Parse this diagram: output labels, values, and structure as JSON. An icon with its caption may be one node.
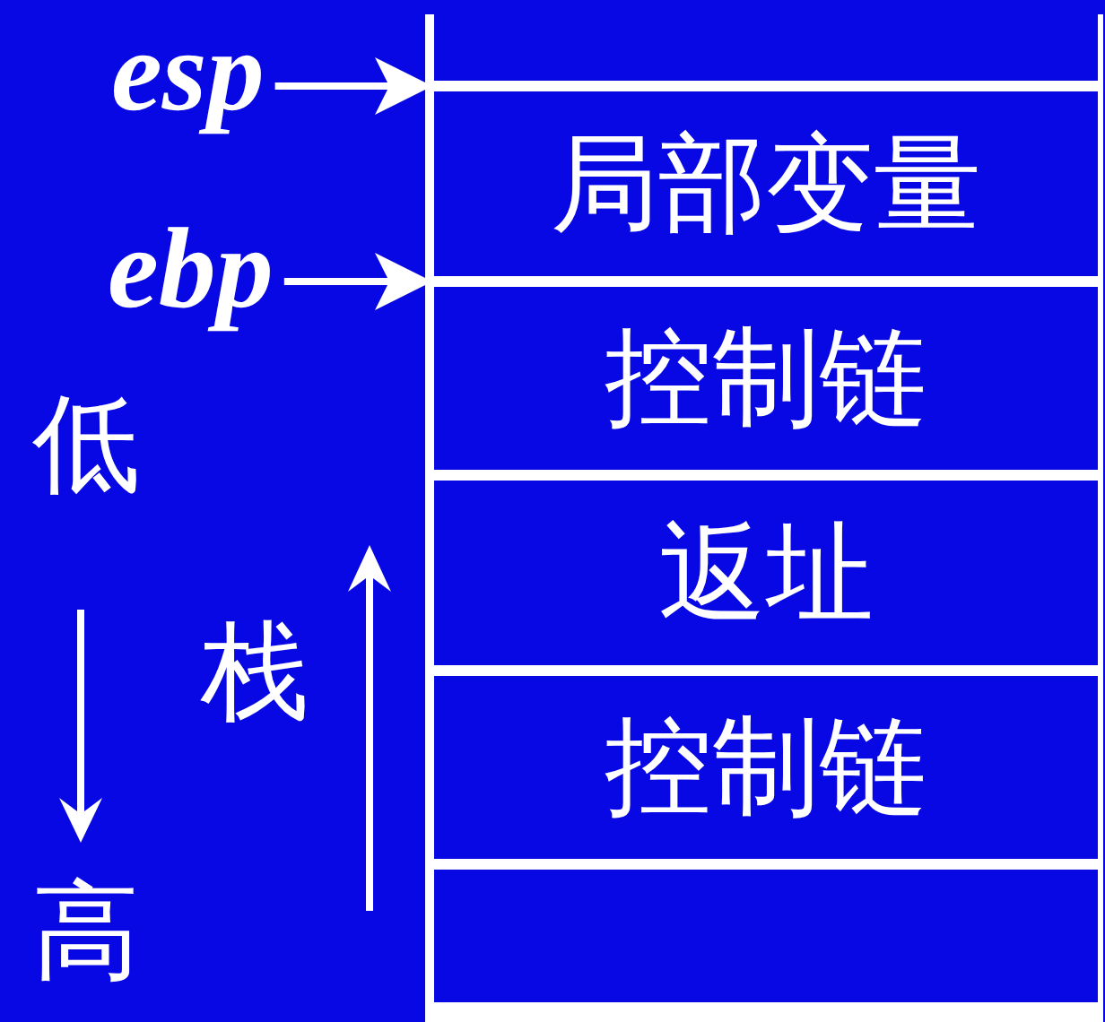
{
  "diagram": {
    "nodes": [
      {
        "text": [
          "esp"
        ]
      },
      {
        "text": [
          "ebp"
        ]
      },
      {
        "text": [],
        "shape": "box"
      },
      {
        "text": [
          "局部变量"
        ]
      },
      {
        "text": [
          "控制链"
        ]
      },
      {
        "text": [
          "返址"
        ]
      },
      {
        "text": [
          "控制链"
        ]
      },
      {
        "text": [],
        "shape": "box"
      },
      {
        "text": [],
        "shape": "box"
      }
    ],
    "edges": [
      {
        "from": 0,
        "to": 3,
        "arrow": "to"
      },
      {
        "from": 1,
        "to": 4,
        "arrow": "to"
      }
    ],
    "labels": [
      "低",
      "栈",
      "高"
    ]
  }
}
